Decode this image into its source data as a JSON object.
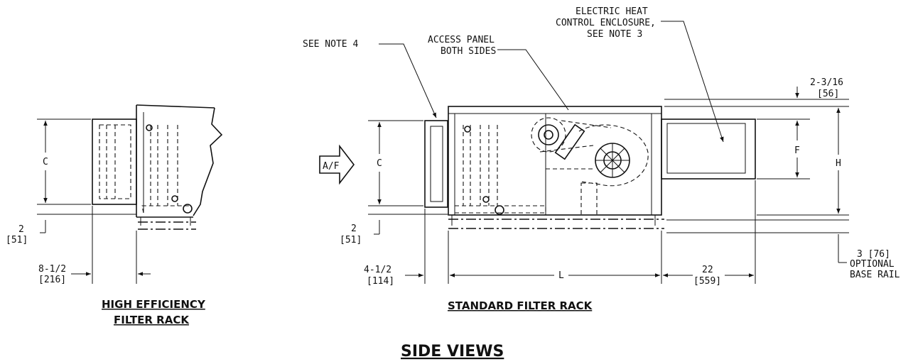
{
  "titles": {
    "main": "SIDE VIEWS",
    "left_line1": "HIGH EFFICIENCY",
    "left_line2": "FILTER RACK",
    "center": "STANDARD FILTER RACK"
  },
  "callouts": {
    "see_note_4": "SEE NOTE 4",
    "access_panel_1": "ACCESS PANEL",
    "access_panel_2": "BOTH SIDES",
    "electric_1": "ELECTRIC HEAT",
    "electric_2": "CONTROL ENCLOSURE,",
    "electric_3": "SEE NOTE 3",
    "airflow": "A/F"
  },
  "dimensions": {
    "left_c": "C",
    "left_2": "2",
    "left_2_mm": "[51]",
    "left_8half": "8-1/2",
    "left_8half_mm": "[216]",
    "center_c": "C",
    "center_2": "2",
    "center_2_mm": "[51]",
    "center_4half": "4-1/2",
    "center_4half_mm": "[114]",
    "l": "L",
    "d22": "22",
    "d22_mm": "[559]",
    "f": "F",
    "h": "H",
    "d2316": "2-3/16",
    "d2316_mm": "[56]",
    "base_1": "3 [76]",
    "base_2": "OPTIONAL",
    "base_3": "BASE RAIL"
  }
}
